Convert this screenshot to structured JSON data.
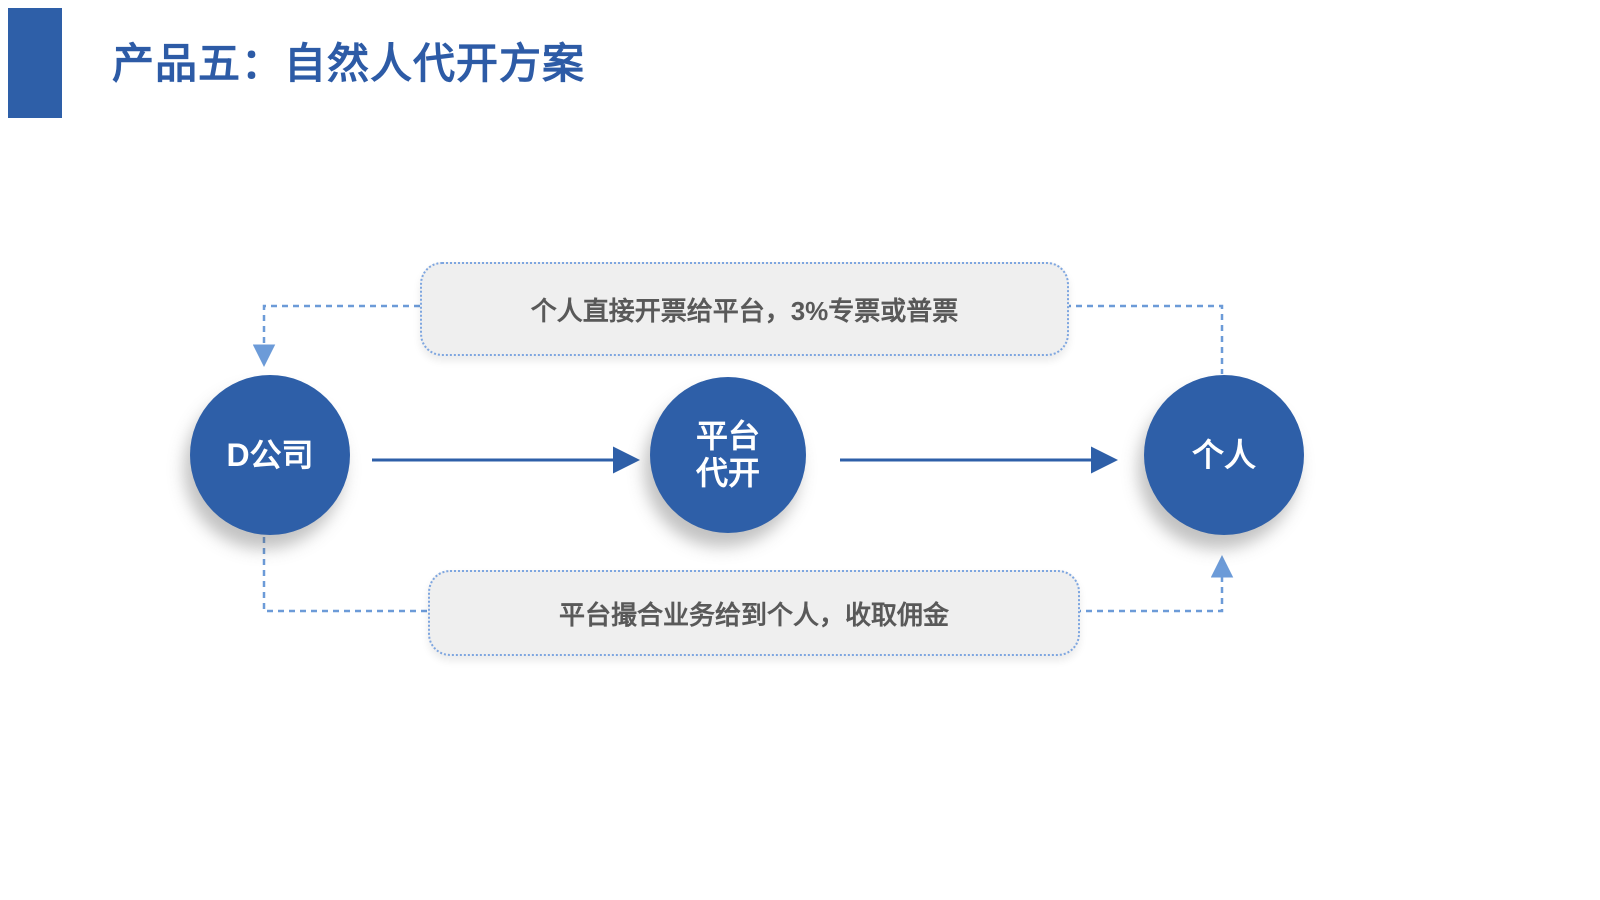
{
  "slide": {
    "title": "产品五：自然人代开方案",
    "colors": {
      "primary_blue": "#2e5fa8",
      "light_blue": "#6c9bd8",
      "callout_fill": "#efefef",
      "callout_border": "#7ea6e0",
      "callout_text_color": "#595959"
    }
  },
  "nodes": {
    "company": {
      "label": "D公司"
    },
    "platform": {
      "label": "平台\n代开"
    },
    "person": {
      "label": "个人"
    }
  },
  "callouts": {
    "top": {
      "text": "个人直接开票给平台，3%专票或普票"
    },
    "bottom": {
      "text": "平台撮合业务给到个人，收取佣金"
    }
  }
}
